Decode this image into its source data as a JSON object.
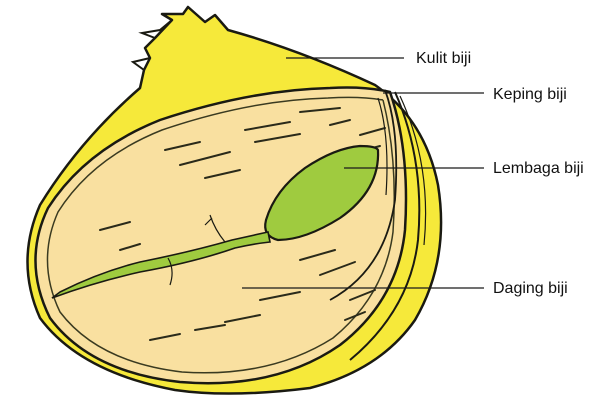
{
  "diagram": {
    "labels": {
      "seed_coat": "Kulit biji",
      "cotyledon": "Keping biji",
      "embryo": "Lembaga biji",
      "endosperm": "Daging biji"
    }
  },
  "colors": {
    "seed_coat": "#f6e93a",
    "endosperm": "#f9e0a0",
    "embryo": "#9fcb3f",
    "outline": "#1a1a12",
    "leader_line": "#1a1a1a"
  }
}
